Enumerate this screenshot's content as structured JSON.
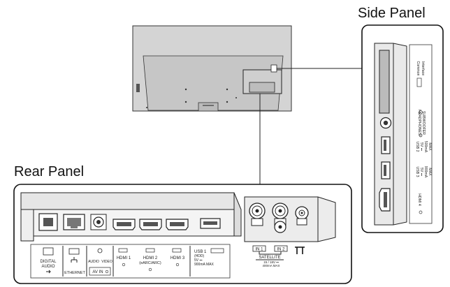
{
  "titles": {
    "side_panel": "Side Panel",
    "rear_panel": "Rear Panel"
  },
  "side_labels": {
    "common_interface_1": "Common",
    "common_interface_2": "Interface",
    "headphones_1": "HEADPHONES/",
    "headphones_2": "SUBWOOFER",
    "usb2_1": "USB 2",
    "usb2_2": "5V ⎓",
    "usb2_3": "500mA",
    "usb2_4": "MAX",
    "usb3_1": "USB 3",
    "usb3_2": "5V ⎓",
    "usb3_3": "900mA",
    "usb3_4": "MAX",
    "hdmi4": "HDMI 4"
  },
  "rear_labels": {
    "digital_audio_1": "DIGITAL",
    "digital_audio_2": "AUDIO",
    "ethernet": "ETHERNET",
    "audio": "AUDIO",
    "video": "VIDEO",
    "av_in": "AV IN",
    "hdmi1": "HDMI 1",
    "hdmi2_1": "HDMI 2",
    "hdmi2_2": "(eARC/ARC)",
    "hdmi3": "HDMI 3",
    "usb1_1": "USB 1",
    "usb1_2": "(HDD)",
    "usb1_3": "5V ⎓",
    "usb1_4": "900mA MAX",
    "in1": "IN 1",
    "in2": "IN 2",
    "satellite": "SATELLITE",
    "sat_power_1": "15 / 18V ⎓",
    "sat_power_2": "400mA MAX"
  }
}
